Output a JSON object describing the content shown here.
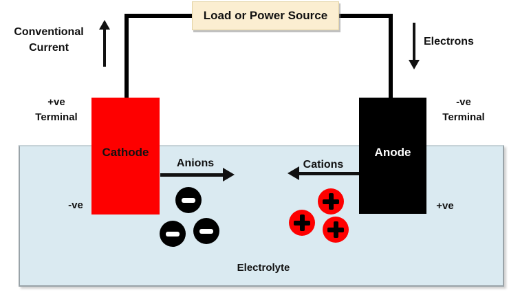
{
  "header": {
    "load_box_label": "Load or Power Source"
  },
  "left_side": {
    "current_line1": "Conventional",
    "current_line2": "Current",
    "terminal_line1": "+ve",
    "terminal_line2": "Terminal",
    "electrode_label": "Cathode",
    "electrode_polarity_in_solution": "-ve",
    "ion_arrow_label": "Anions",
    "ion_symbol": "−",
    "ion_count": 3
  },
  "right_side": {
    "electron_flow_label": "Electrons",
    "terminal_line1": "-ve",
    "terminal_line2": "Terminal",
    "electrode_label": "Anode",
    "electrode_polarity_in_solution": "+ve",
    "ion_arrow_label": "Cations",
    "ion_symbol": "+",
    "ion_count": 3
  },
  "electrolyte": {
    "label": "Electrolyte"
  },
  "colors": {
    "cathode_red": "#fe0000",
    "anode_black": "#000000",
    "electrolyte_blue": "#daeaf1",
    "load_box_cream": "#fbeed1",
    "anion_fill": "#000000",
    "anion_symbol": "#ffffff",
    "cation_fill": "#fe0000",
    "cation_symbol": "#000000",
    "wire_black": "#000000",
    "text": "#111111"
  }
}
